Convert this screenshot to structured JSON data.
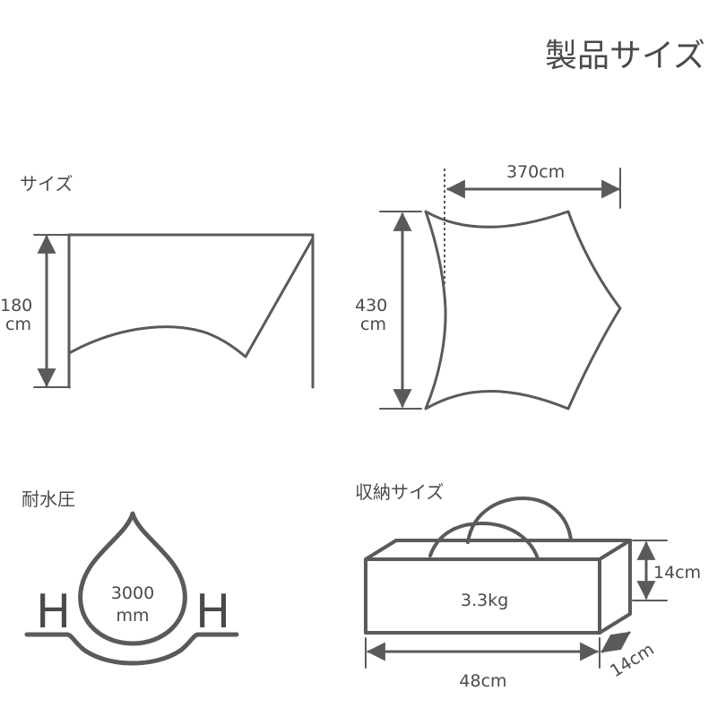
{
  "title": "製品サイズ",
  "sections": {
    "size": {
      "label": "サイズ",
      "side_height": "180",
      "side_height_unit": "cm",
      "top_width": "370cm",
      "top_height": "430",
      "top_height_unit": "cm"
    },
    "water": {
      "label": "耐水圧",
      "value": "3000",
      "unit": "mm",
      "h_letter": "H"
    },
    "storage": {
      "label": "収納サイズ",
      "weight": "3.3kg",
      "height": "14cm",
      "depth": "14cm",
      "width": "48cm"
    }
  },
  "colors": {
    "line": "#5a5a5a",
    "text": "#4a4a4a",
    "background": "#ffffff"
  }
}
